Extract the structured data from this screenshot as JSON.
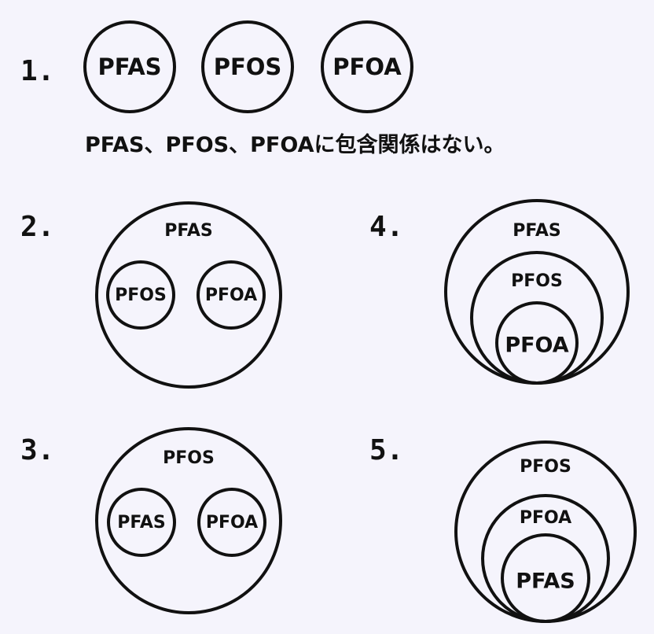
{
  "options": [
    {
      "number": "1.",
      "labels": [
        "PFAS",
        "PFOS",
        "PFOA"
      ],
      "caption": "PFAS、PFOS、PFOAに包含関係はない。"
    },
    {
      "number": "2.",
      "outer": "PFAS",
      "inner": [
        "PFOS",
        "PFOA"
      ]
    },
    {
      "number": "3.",
      "outer": "PFOS",
      "inner": [
        "PFAS",
        "PFOA"
      ]
    },
    {
      "number": "4.",
      "nested": [
        "PFAS",
        "PFOS",
        "PFOA"
      ]
    },
    {
      "number": "5.",
      "nested": [
        "PFOS",
        "PFOA",
        "PFAS"
      ]
    }
  ]
}
